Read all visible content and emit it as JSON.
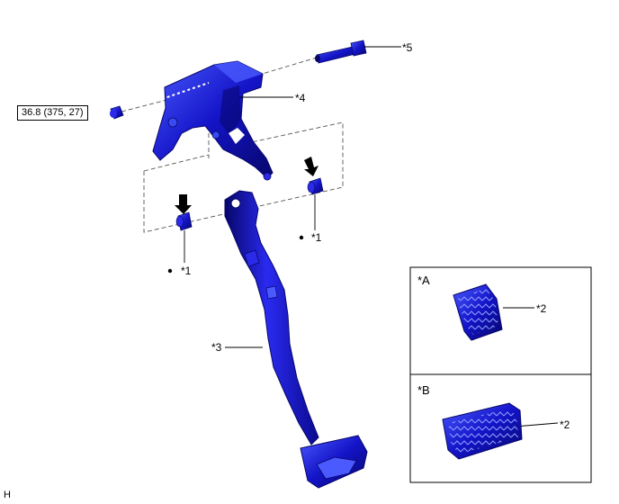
{
  "torque_spec": "36.8 (375, 27)",
  "callouts": {
    "bolt": "*5",
    "bracket": "*4",
    "pedal_arm": "*3",
    "bushing_right": "*1",
    "bushing_left": "*1",
    "pad_a": "*2",
    "pad_b": "*2"
  },
  "insets": {
    "a_label": "*A",
    "b_label": "*B"
  },
  "corner_code": "H",
  "colors": {
    "part_blue": "#1414c8",
    "part_dark": "#06066a",
    "part_light": "#4a5aff",
    "line": "#000000"
  }
}
